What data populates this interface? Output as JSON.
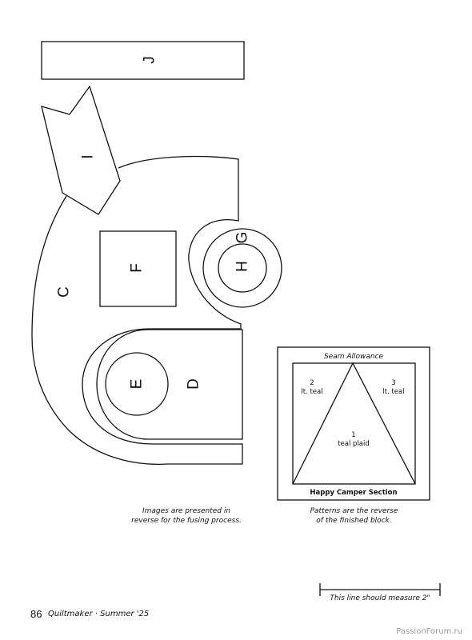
{
  "pattern_pieces": {
    "j": "J",
    "i": "I",
    "c": "C",
    "f": "F",
    "g": "G",
    "h": "H",
    "e": "E",
    "d": "D"
  },
  "block_diagram": {
    "seam_allowance": "Seam Allowance",
    "patch2_number": "2",
    "patch2_fabric": "lt. teal",
    "patch3_number": "3",
    "patch3_fabric": "lt. teal",
    "patch1_number": "1",
    "patch1_fabric": "teal plaid",
    "section_name": "Happy Camper Section"
  },
  "captions": {
    "reverse_note": "Images are presented in\nreverse for the fusing process.",
    "pattern_note": "Patterns are the reverse\nof the finished block.",
    "measure_note": "This line should measure 2\""
  },
  "footer": {
    "page_number": "86",
    "magazine": "Quiltmaker · Summer '25"
  },
  "watermark": "PassionForum.ru"
}
